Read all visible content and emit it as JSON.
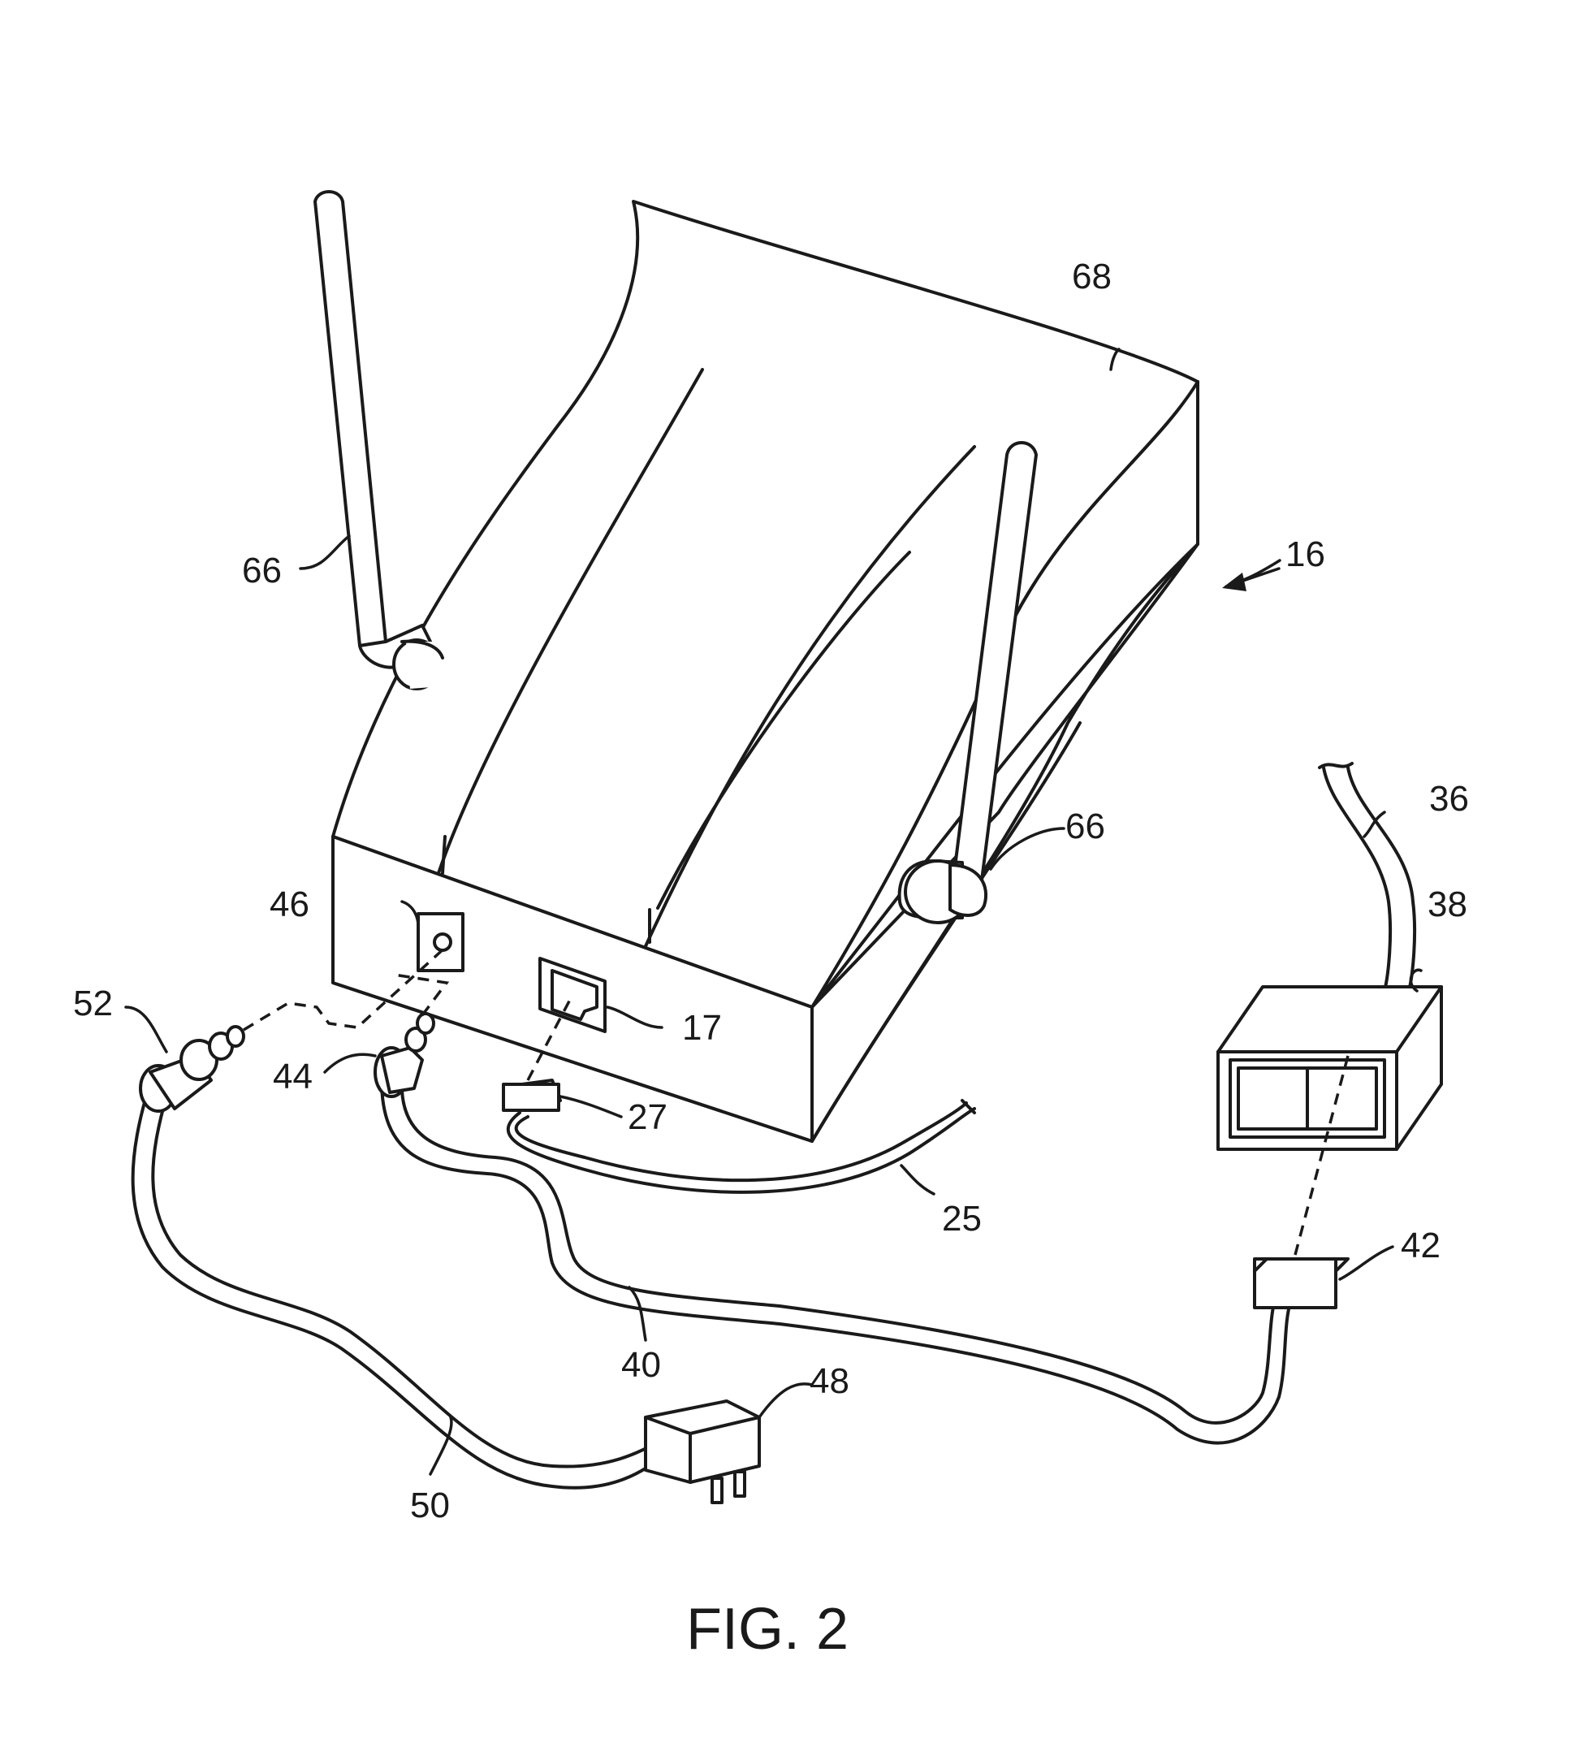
{
  "figure": {
    "caption": "FIG. 2",
    "reference_numerals": {
      "device": "16",
      "network_jack": "17",
      "cable_25": "25",
      "plug_27": "27",
      "cable_36": "36",
      "box_38": "38",
      "cable_40": "40",
      "plug_42": "42",
      "plug_44": "44",
      "jack_46": "46",
      "adapter_48": "48",
      "cable_50": "50",
      "plug_52": "52",
      "antenna_left": "66",
      "antenna_right": "66",
      "housing_top": "68"
    }
  },
  "colors": {
    "ink": "#1a1a1a",
    "paper": "#ffffff"
  }
}
